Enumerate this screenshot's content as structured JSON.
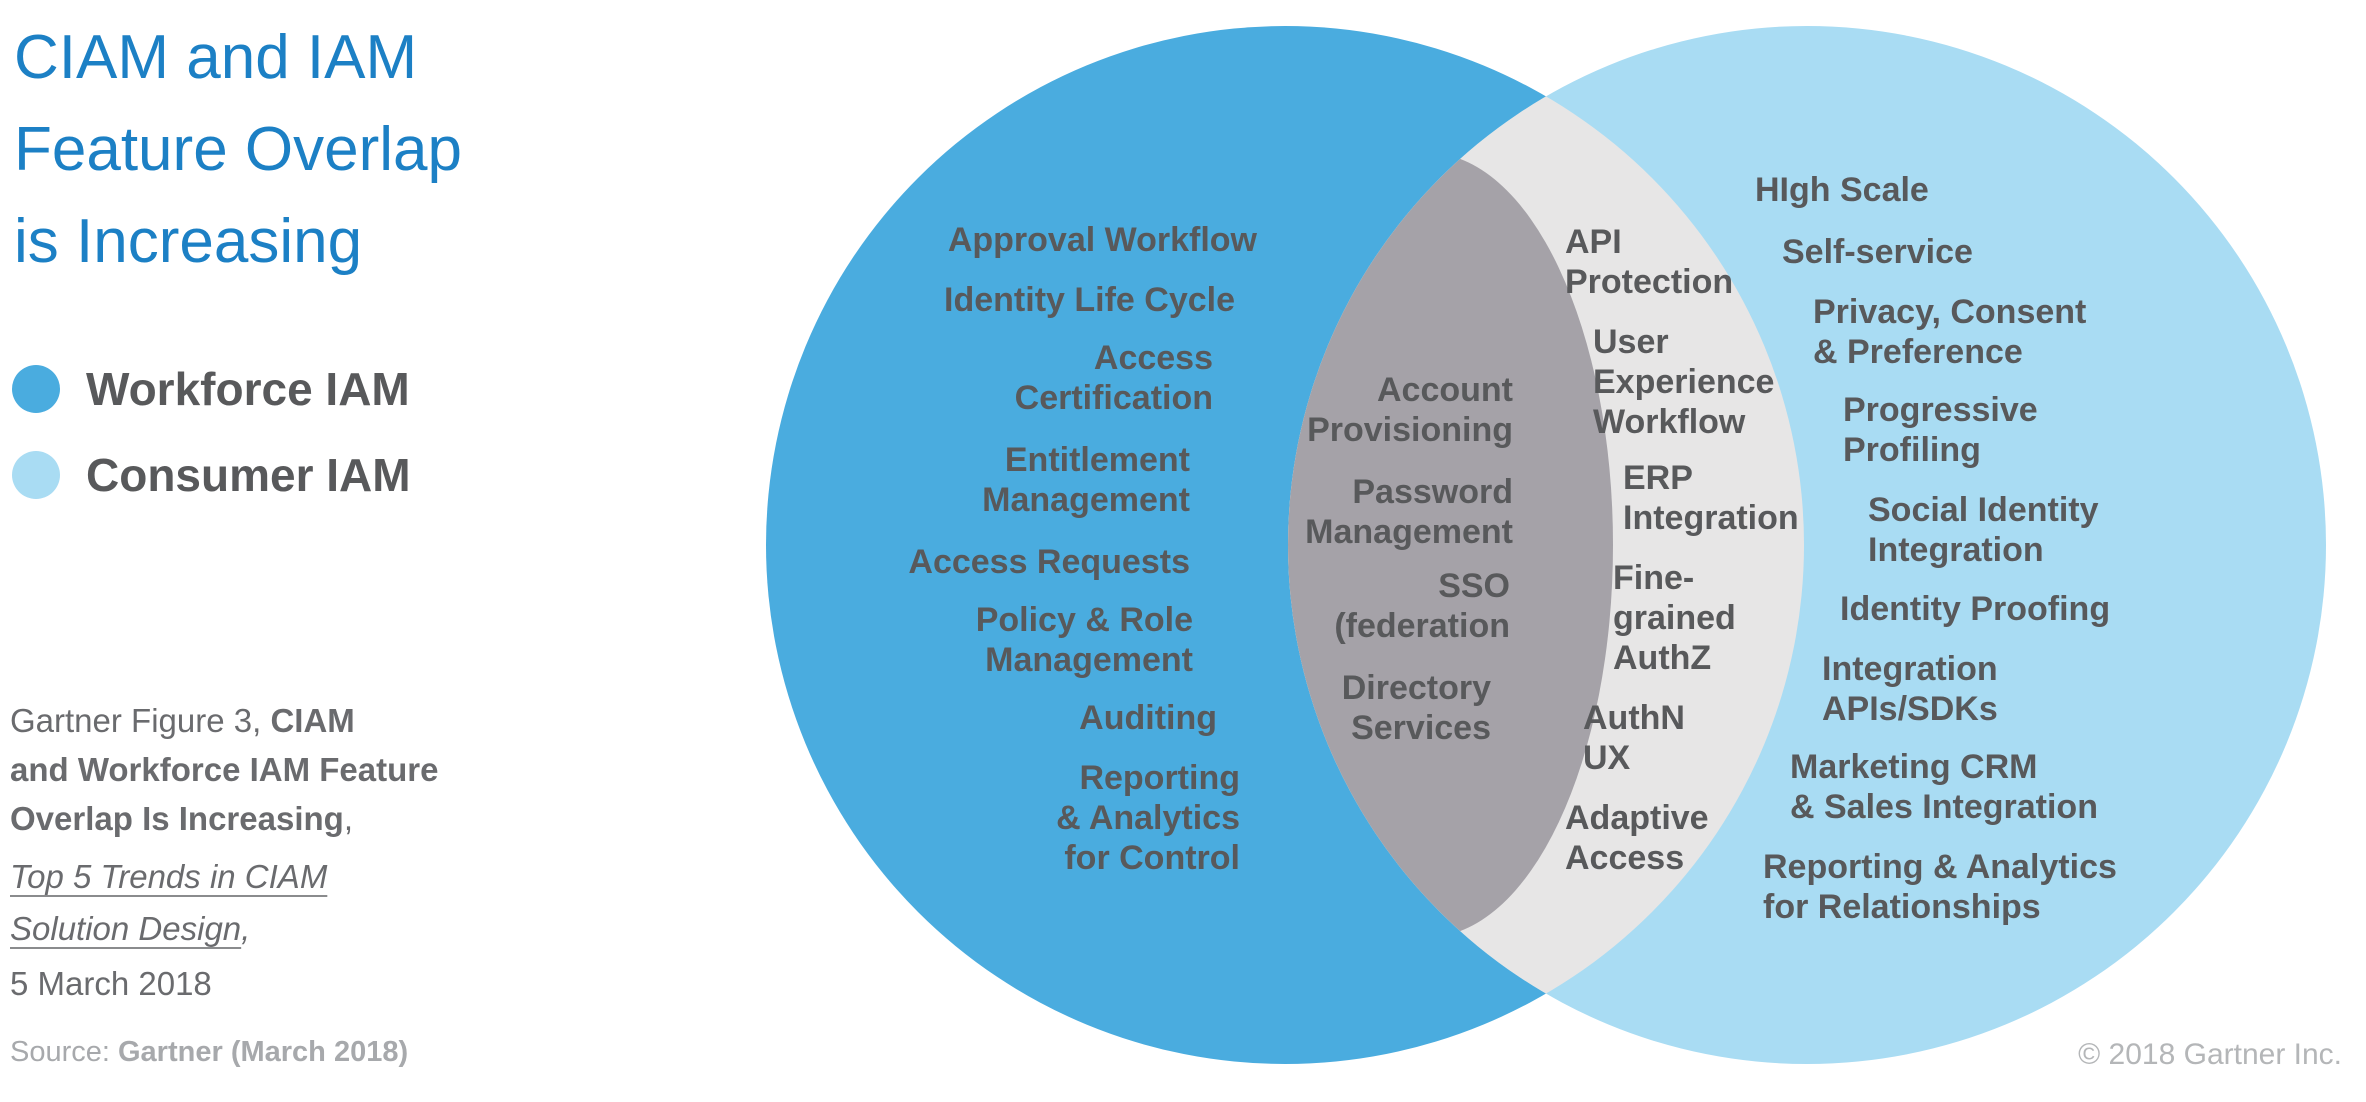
{
  "title": "CIAM and IAM\nFeature Overlap\nis Increasing",
  "title_color": "#1C80C5",
  "text_color": "#58595B",
  "legend": {
    "items": [
      {
        "label": "Workforce IAM",
        "color": "#4AACDF"
      },
      {
        "label": "Consumer IAM",
        "color": "#A9DCF3"
      }
    ]
  },
  "venn": {
    "workforce_only": {
      "region_color": "#4AACDF",
      "items": [
        "Approval Workflow",
        "Identity Life Cycle",
        "Access\nCertification",
        "Entitlement\nManagement",
        "Access Requests",
        "Policy & Role\nManagement",
        "Auditing",
        "Reporting\n& Analytics\nfor Control"
      ]
    },
    "overlap_core": {
      "region_color": "#A5A2A8",
      "items": [
        "Account\nProvisioning",
        "Password\nManagement",
        "SSO\n(federation",
        "Directory\nServices"
      ]
    },
    "overlap_outer": {
      "region_color": "#E7E6E6",
      "items": [
        "API\nProtection",
        "User\nExperience\nWorkflow",
        "ERP\nIntegration",
        "Fine-\ngrained\nAuthZ",
        "AuthN\nUX",
        "Adaptive\nAccess"
      ]
    },
    "consumer_only": {
      "region_color": "#A9DCF3",
      "items": [
        "HIgh Scale",
        "Self-service",
        "Privacy, Consent\n& Preference",
        "Progressive\nProfiling",
        "Social Identity\nIntegration",
        "Identity Proofing",
        "Integration\nAPIs/SDKs",
        "Marketing CRM\n& Sales Integration",
        "Reporting & Analytics\nfor Relationships"
      ]
    }
  },
  "caption": {
    "line1_regular": "Gartner Figure 3, ",
    "line1_bold": "CIAM",
    "line2_bold": "and Workforce IAM Feature",
    "line3_bold": "Overlap Is Increasing",
    "line3_comma": ",",
    "publication_italic": "Top 5 Trends in CIAM \nSolution Design",
    "comma_after_publication": ",",
    "date": "5 March 2018"
  },
  "source": {
    "prefix": "Source: ",
    "value": "Gartner (March 2018)"
  },
  "copyright": "© 2018 Gartner Inc."
}
